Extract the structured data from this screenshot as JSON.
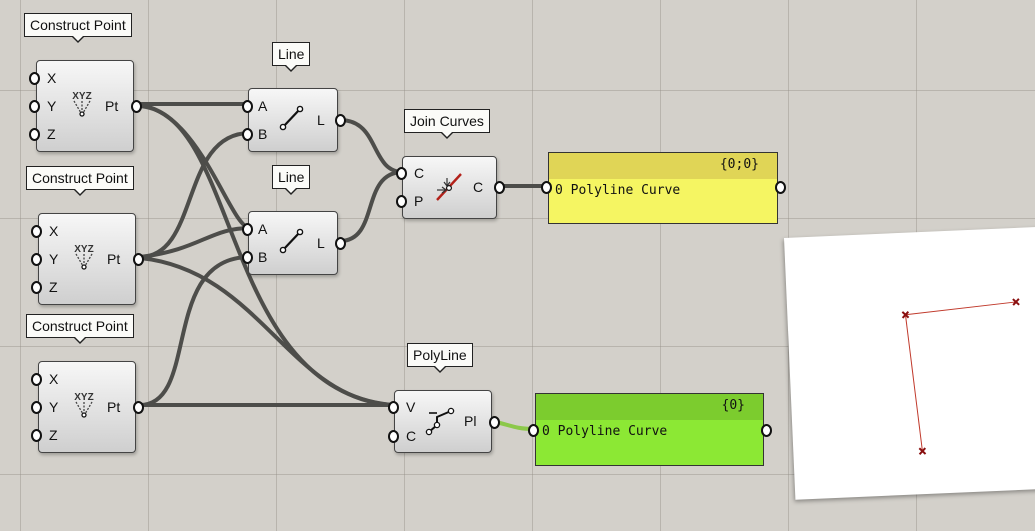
{
  "construct_point": {
    "title": "Construct Point",
    "inputs": [
      "X",
      "Y",
      "Z"
    ],
    "output": "Pt",
    "icon_text": "XYZ"
  },
  "line": {
    "title": "Line",
    "inputs": [
      "A",
      "B"
    ],
    "output": "L"
  },
  "join_curves": {
    "title": "Join Curves",
    "inputs": [
      "C",
      "P"
    ],
    "output": "C"
  },
  "polyline": {
    "title": "PolyLine",
    "inputs": [
      "V",
      "C"
    ],
    "output": "Pl"
  },
  "panel_join": {
    "path": "{0;0}",
    "index": "0",
    "value": "Polyline Curve",
    "color": "#f5f562"
  },
  "panel_polyline": {
    "path": "{0}",
    "index": "0",
    "value": "Polyline Curve",
    "color": "#8ce834"
  },
  "colors": {
    "canvas": "#d3d0ca",
    "wire": "#4d4d4a",
    "wire_selected": "#8cc84a",
    "curve_preview": "#c0392b"
  }
}
